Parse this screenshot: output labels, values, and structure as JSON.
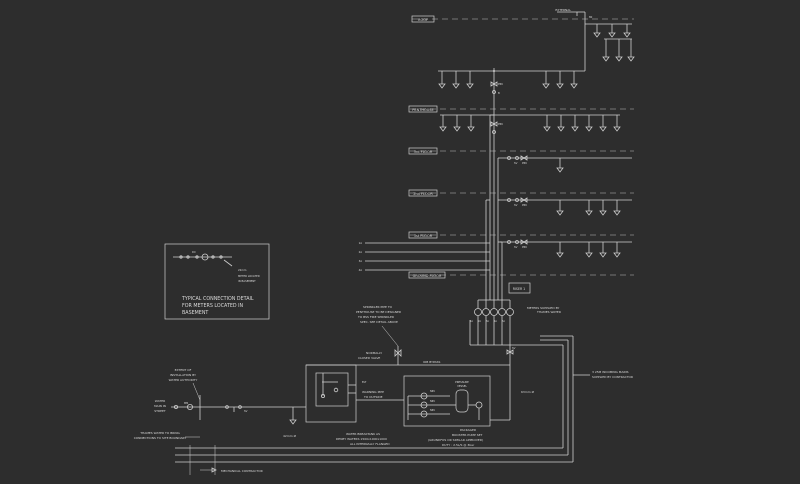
{
  "colors": {
    "background": "#2d2d2d",
    "line": "#cfcfcf",
    "text": "#d8d8d8"
  },
  "floors": {
    "roof": "ROOF",
    "penthouse": "PENTHOUSE",
    "third": "3rd FLOOR",
    "second": "2nd FLOOR",
    "first": "1st FLOOR",
    "ground": "GROUND FLOOR"
  },
  "labels": {
    "external": "EXTERNAL",
    "typical_line1": "TYPICAL CONNECTION DETAIL",
    "typical_line2": "FOR METERS LOCATED IN",
    "typical_line3": "BASEMENT",
    "meter_located_line1": "METER LOCATED",
    "meter_located_line2": "IN BASEMENT",
    "meter_size": "22mm",
    "sprinkler_line1": "SPRINKLER PIPE TO",
    "sprinkler_line2": "PENTHOUSE TO BE DESIGNED",
    "sprinkler_line3": "TO BSS FIRE SPRINKLER",
    "sprinkler_line4": "SPEC. SEE DETAIL ABOVE",
    "normally_line1": "NORMALLY",
    "normally_line2": "CLOSED VALVE",
    "bypass": "IOB BYPASS",
    "extent_line1": "EXTENT OF",
    "extent_line2": "INSTALLATION BY",
    "extent_line3": "WATER AUTHORITY",
    "water_main_line1": "WATER",
    "water_main_line2": "MAIN IN",
    "water_main_line3": "STREET",
    "thames_line1": "THAMES WATER TO BRING",
    "thames_line2": "CONNECTIONS TO SITE BOUNDARY",
    "mechanical": "MECHANICAL CONTRACTOR",
    "pipe_42": "42mm Ø",
    "pipe_63": "63mm Ø",
    "meters_line1": "METERS SUPPLIED BY",
    "meters_line2": "THAMES WATER",
    "riser": "RISER 1",
    "incoming_line1": "3 25M INCOMING MAINS",
    "incoming_line2": "SUPPLIED BY CONTRACTOR",
    "warning_line1": "WARNING PIPE",
    "warning_line2": "TO OUTSIDE",
    "break_line1": "WATER BREAKTANK AS",
    "break_line2": "DENEY WATERS 1500x1000x1000",
    "break_line3": "ALL INTERNALLY FLANGED",
    "pump_line1": "PACKAGED",
    "pump_line2": "BOOSTER PUMP SET",
    "pump_line3": "(GRUNDFOS OR SIMILAR APPROVED)",
    "pump_line4": "DUTY : 2.5L/S @ 3bar",
    "vessel_line1": "PRESSURE",
    "vessel_line2": "VESSEL",
    "tag_b": "B",
    "tag_e": "E",
    "tag_1a": "1A",
    "tag_2a": "2A",
    "tag_3a": "3A",
    "tag_4a": "4A",
    "tag_5a": "5A",
    "tag_80": "80",
    "tag_sv": "SV",
    "tag_prv": "PRV",
    "tag_dc": "DC",
    "tag_elt": "ELT",
    "tag_nrv": "NRV",
    "tag_mm": "MM",
    "tag_v": "V"
  }
}
